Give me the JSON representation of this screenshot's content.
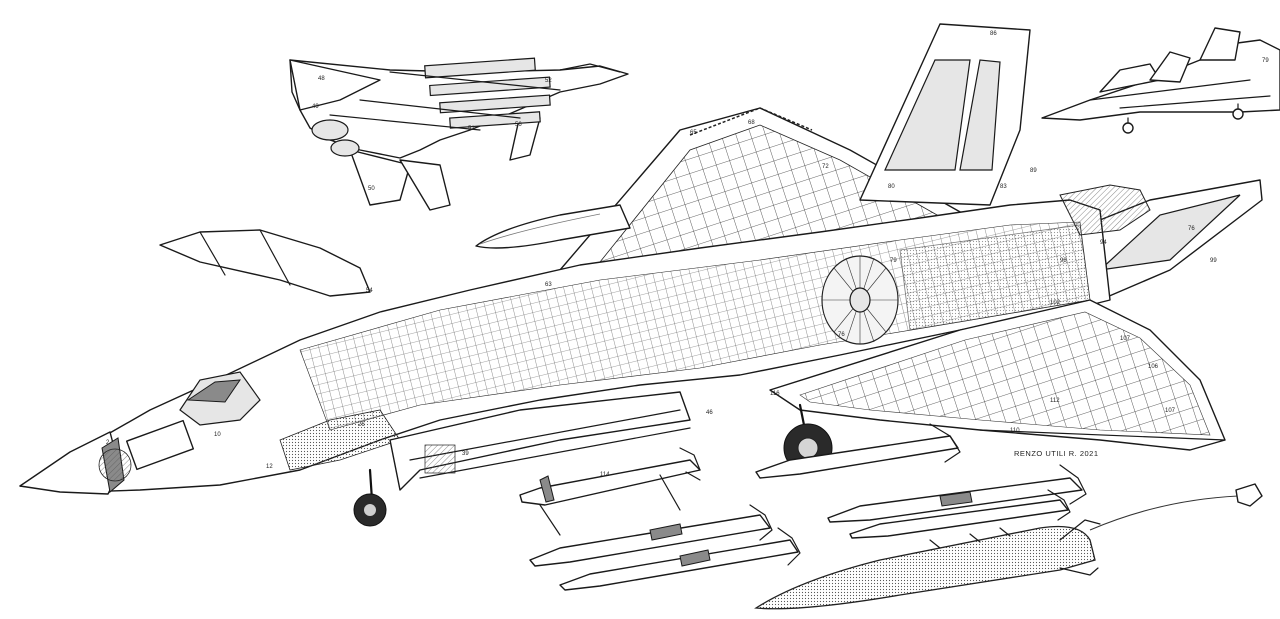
{
  "credit": "RENZO UTILI R.  2021",
  "labels": [
    "2",
    "10",
    "12",
    "26",
    "39",
    "46",
    "48",
    "49",
    "50",
    "51",
    "52",
    "53",
    "54",
    "56",
    "63",
    "65",
    "68",
    "72",
    "76",
    "79",
    "80",
    "83",
    "86",
    "89",
    "91",
    "94",
    "98",
    "99",
    "102",
    "106",
    "107",
    "108",
    "110",
    "112",
    "114",
    "116"
  ]
}
